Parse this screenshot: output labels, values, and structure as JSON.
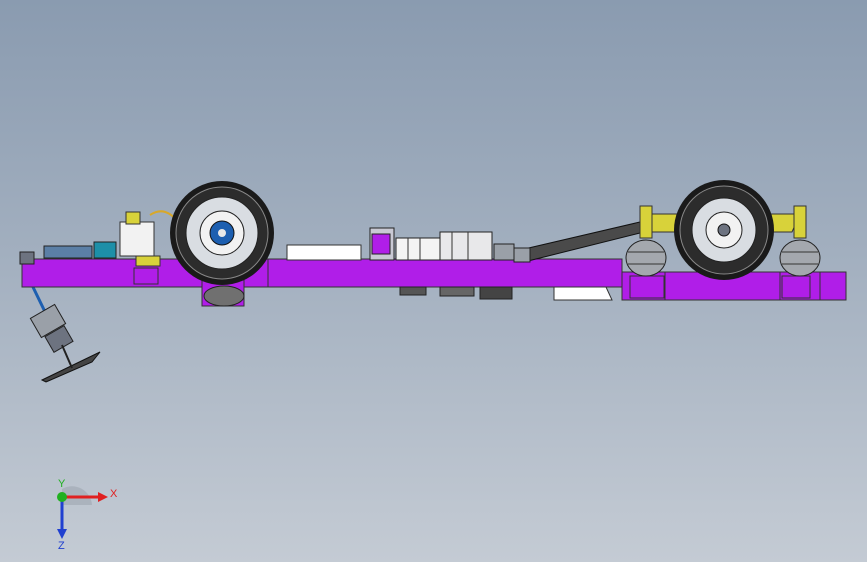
{
  "viewport": {
    "background_top": "#8a9bb0",
    "background_bottom": "#c4cbd4"
  },
  "model": {
    "frame_color": "#b01ee8",
    "tire_color": "#1a1a1a",
    "hub_color": "#d9dde2",
    "spring_color": "#d8d23a",
    "shaft_color": "#4a4a4a",
    "hubcap_color": "#1d5fb0"
  },
  "triad": {
    "x_label": "X",
    "y_label": "Y",
    "z_label": "Z",
    "x_color": "#e02020",
    "y_color": "#20b020",
    "z_color": "#2040d0"
  }
}
